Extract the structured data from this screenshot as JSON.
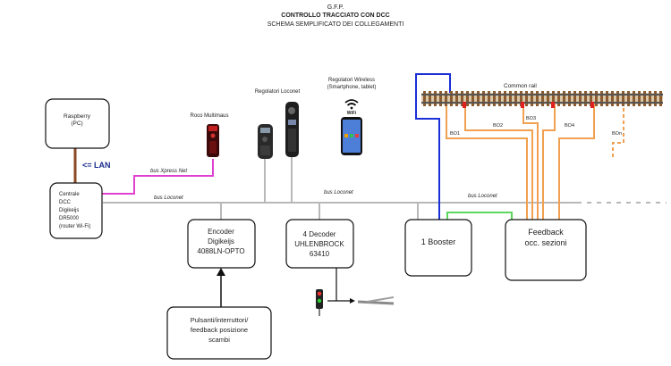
{
  "header": {
    "org": "G.F.P.",
    "title": "CONTROLLO TRACCIATO CON DCC",
    "subtitle": "SCHEMA SEMPLIFICATO DEI COLLEGAMENTI"
  },
  "nodes": {
    "raspberry": {
      "line1": "Raspberry",
      "line2": "(PC)"
    },
    "centrale": {
      "line1": "Centrale",
      "line2": "DCC",
      "line3": "Digikeijs",
      "line4": "DR5000",
      "line5": "(router Wi-Fi)"
    },
    "encoder": {
      "line1": "Encoder",
      "line2": "Digikeijs",
      "line3": "4088LN-OPTO"
    },
    "decoder": {
      "line1": "4 Decoder",
      "line2": "UHLENBROCK",
      "line3": "63410"
    },
    "booster": {
      "label": "1 Booster"
    },
    "feedback": {
      "line1": "Feedback",
      "line2": "occ. sezioni"
    },
    "pulsanti": {
      "line1": "Pulsanti/interruttori/",
      "line2": "feedback posizione",
      "line3": "scambi"
    }
  },
  "devices": {
    "multimaus": "Roco Multimaus",
    "loconet_regs": "Regolatori Loconet",
    "wireless_line1": "Regolatori Wireless",
    "wireless_line2": "(Smartphone, tablet)",
    "wifi": "WiFi"
  },
  "links": {
    "lan": "<= LAN",
    "xpressnet": "bus Xpress Net",
    "loconet_left": "bus Loconet",
    "loconet_mid": "bus Loconet",
    "loconet_right": "bus Loconet"
  },
  "track": {
    "common_rail": "Common rail",
    "bo_labels": [
      "BO1",
      "BO2",
      "BO3",
      "BO4",
      "BOn"
    ]
  },
  "colors": {
    "loconet": "#b8b8b8",
    "xpressnet": "#e040d0",
    "lan": "#8a4a24",
    "booster_wire": "#1a2fd6",
    "feedback_wire": "#f0a050",
    "green_wire": "#5cd65c",
    "lan_label": "#1a2c8c"
  }
}
